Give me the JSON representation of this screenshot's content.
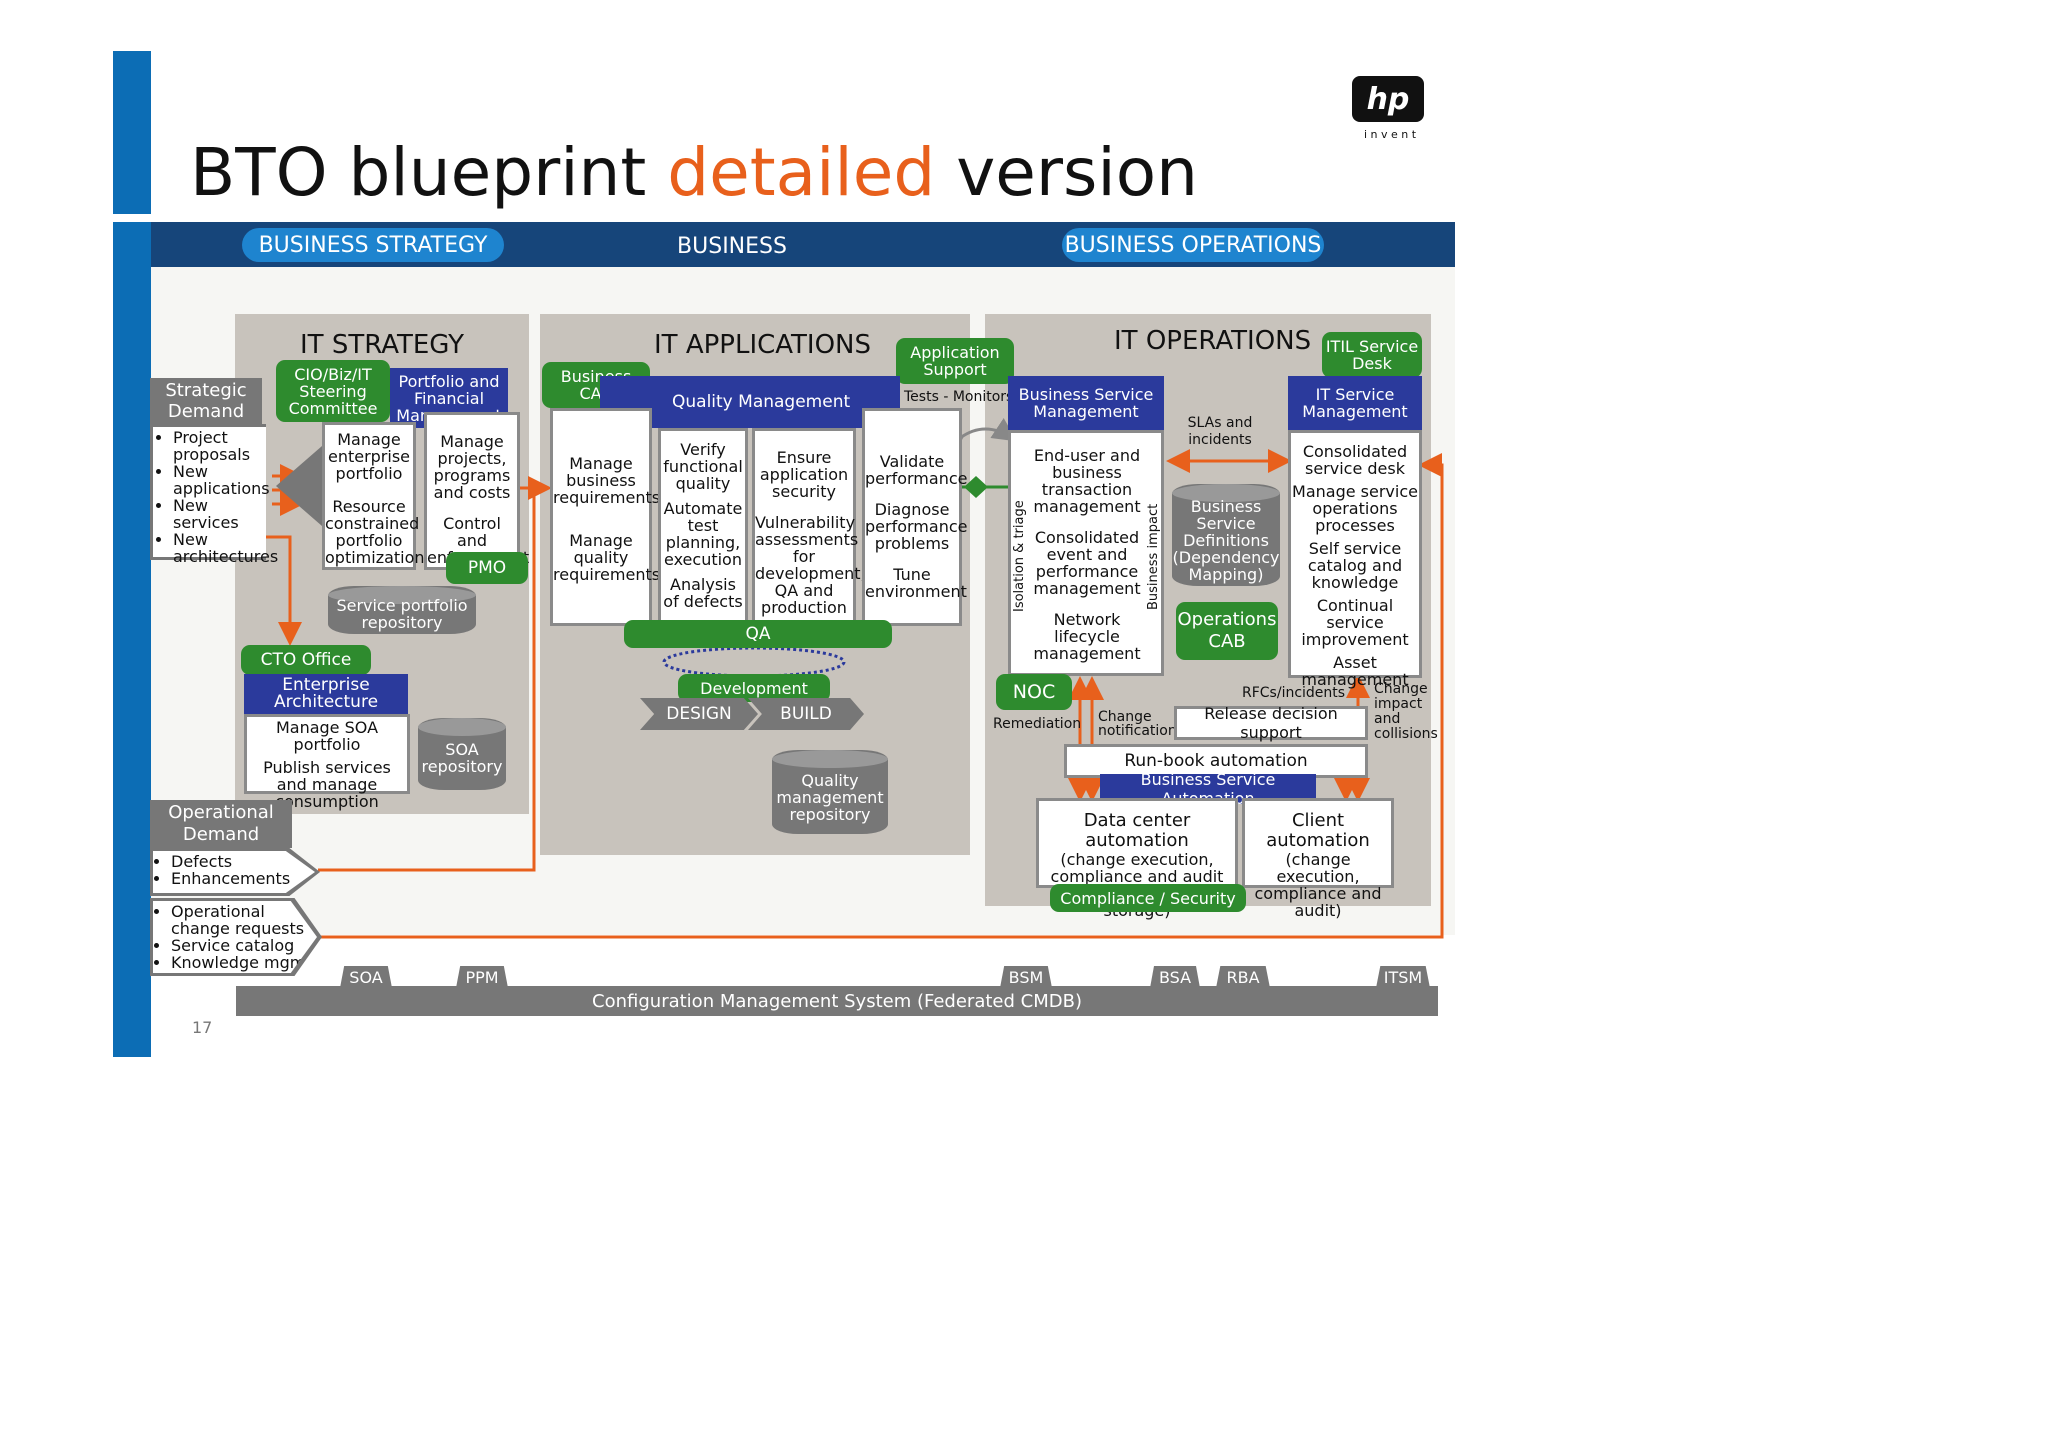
{
  "title": {
    "part1": "BTO blueprint ",
    "highlight": "detailed",
    "part2": " version"
  },
  "logo": {
    "text": "hp",
    "tagline": "i n v e n t"
  },
  "page_number": "17",
  "banner": {
    "left": "BUSINESS STRATEGY",
    "center": "BUSINESS",
    "right": "BUSINESS OPERATIONS"
  },
  "strategic_demand": {
    "title": "Strategic Demand",
    "items": [
      "Project proposals",
      "New applications",
      "New services",
      "New architectures"
    ]
  },
  "operational_demand": {
    "title": "Operational Demand",
    "items1": [
      "Defects",
      "Enhancements"
    ],
    "items2": [
      "Operational change requests",
      "Service catalog",
      "Knowledge mgmt."
    ]
  },
  "it_strategy": {
    "title": "IT STRATEGY",
    "steering": "CIO/Biz/IT Steering Committee",
    "pfm": "Portfolio and Financial Management",
    "col1": [
      "Manage enterprise portfolio",
      "Resource constrained portfolio optimization"
    ],
    "col2": [
      "Manage projects, programs and costs",
      "Control and enforcement"
    ],
    "pmo": "PMO",
    "repo": "Service portfolio repository",
    "cto": "CTO Office",
    "ea": "Enterprise Architecture",
    "ea_items": [
      "Manage SOA portfolio",
      "Publish services and manage consumption"
    ],
    "soa_repo": "SOA repository"
  },
  "it_applications": {
    "title": "IT APPLICATIONS",
    "cab": "Business CAB",
    "app_support": "Application Support",
    "qm": "Quality Management",
    "tests": "Tests - Monitors",
    "col1": [
      "Manage business requirements",
      "Manage quality requirements"
    ],
    "col2": [
      "Verify functional quality",
      "Automate test planning, execution",
      "Analysis of defects"
    ],
    "col3": [
      "Ensure application security",
      "Vulnerability assessments for development, QA and production"
    ],
    "col4": [
      "Validate performance",
      "Diagnose performance problems",
      "Tune environment"
    ],
    "qa": "QA",
    "dev": "Development",
    "design": "DESIGN",
    "build": "BUILD",
    "repo": "Quality management repository"
  },
  "it_operations": {
    "title": "IT OPERATIONS",
    "itil": "ITIL Service Desk",
    "bsm": "Business Service Management",
    "bsm_items": [
      "End-user and business transaction management",
      "Consolidated event and performance management",
      "Network lifecycle management"
    ],
    "isolation": "Isolation & triage",
    "impact": "Business impact",
    "slas": "SLAs and incidents",
    "bsd": "Business Service Definitions (Dependency Mapping)",
    "ops_cab": "Operations CAB",
    "itsm": "IT Service Management",
    "itsm_items": [
      "Consolidated service desk",
      "Manage service operations processes",
      "Self service catalog and knowledge",
      "Continual service improvement",
      "Asset management"
    ],
    "noc": "NOC",
    "remediation": "Remediation",
    "change_notif": "Change notification",
    "rfcs": "RFCs/incidents",
    "change_impact": "Change impact and collisions",
    "release": "Release decision support",
    "runbook": "Run-book automation",
    "bsa": "Business Service Automation",
    "dca": "Data center automation",
    "dca_sub": "(change execution, compliance and audit for server, network, storage)",
    "ca": "Client automation",
    "ca_sub": "(change execution, compliance and audit)",
    "compliance": "Compliance / Security"
  },
  "cmdb": {
    "label": "Configuration Management System (Federated CMDB)",
    "tabs": [
      "SOA",
      "PPM",
      "BSM",
      "BSA",
      "RBA",
      "ITSM"
    ]
  },
  "colors": {
    "blue_bar": "#0c6db5",
    "banner": "#16457a",
    "pill": "#1e84cf",
    "orange": "#e8601c",
    "green": "#2e8b2e",
    "navy": "#2b3a9c",
    "panel": "#c8c3bc"
  }
}
